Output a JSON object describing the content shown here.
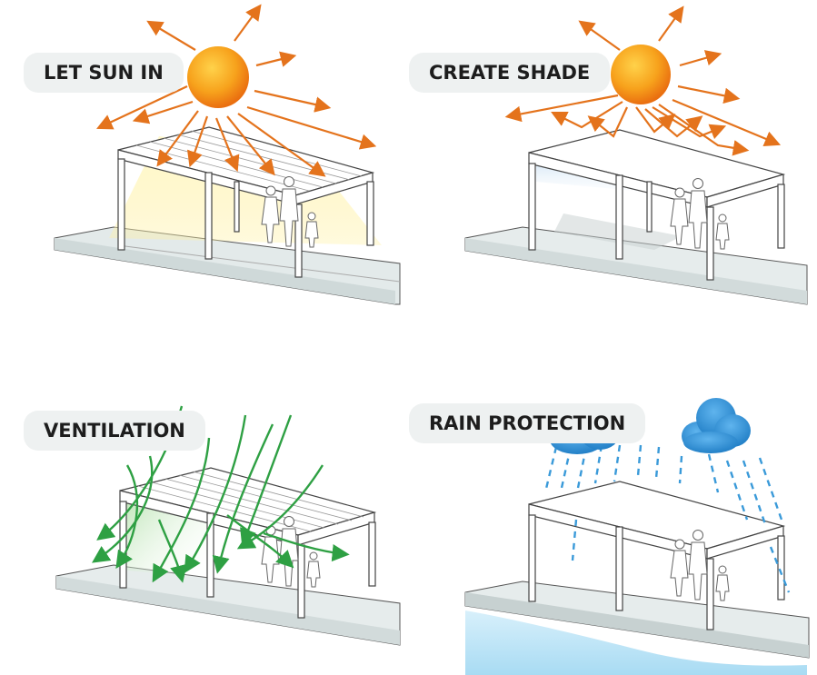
{
  "panels": [
    {
      "id": "sun",
      "label": "LET SUN IN"
    },
    {
      "id": "shade",
      "label": "CREATE SHADE"
    },
    {
      "id": "vent",
      "label": "VENTILATION"
    },
    {
      "id": "rain",
      "label": "RAIN PROTECTION"
    }
  ],
  "colors": {
    "sun_core": "#f7a21c",
    "sun_edge": "#ef7a12",
    "ray": "#e8801c",
    "sun_glow": "#fff0a8",
    "air_arrow": "#2ea043",
    "air_glow": "#bfe6b8",
    "cloud": "#2f8fd6",
    "rain": "#3a9ad9",
    "water": "#bfe3f5",
    "structure": "#ffffff",
    "outline": "#4a4a4a",
    "ground": "#dfe6e6",
    "label_bg": "#eef1f1"
  },
  "icons": [
    "sun-icon",
    "cloud-icon",
    "airflow-arrow-icon",
    "person-figure-icon",
    "pergola-icon"
  ]
}
